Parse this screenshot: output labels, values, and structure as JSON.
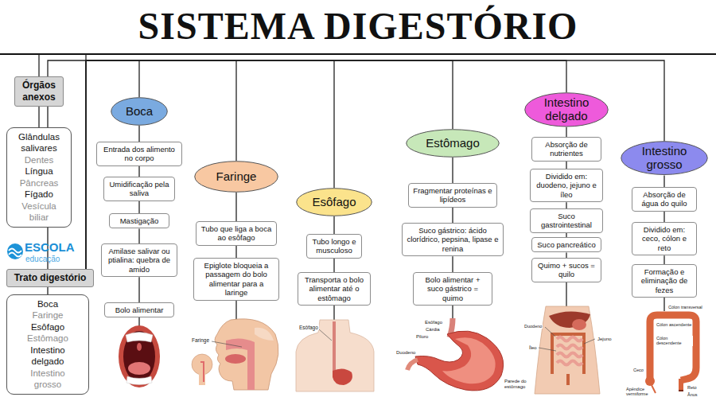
{
  "diagram": {
    "title": "SISTEMA DIGESTÓRIO",
    "nodes": [
      {
        "text": [
          "Órgãos anexos"
        ]
      },
      {
        "text": [
          "Glândulas salivares",
          "Dentes",
          "Língua",
          "Pâncreas",
          "Fígado",
          "Vesícula biliar"
        ]
      },
      {
        "text": [
          "Trato digestório"
        ]
      },
      {
        "text": [
          "Boca",
          "Faringe",
          "Esôfago",
          "Estômago",
          "Intestino delgado",
          "Intestino grosso"
        ]
      },
      {
        "text": [
          "Boca"
        ]
      },
      {
        "text": [
          "Entrada dos alimento no corpo"
        ]
      },
      {
        "text": [
          "Umidificação pela saliva"
        ]
      },
      {
        "text": [
          "Mastigação"
        ]
      },
      {
        "text": [
          "Amilase salivar ou ptialina: quebra de amido"
        ]
      },
      {
        "text": [
          "Bolo alimentar"
        ]
      },
      {
        "text": [
          "Faringe"
        ]
      },
      {
        "text": [
          "Tubo que liga a boca ao esôfago"
        ]
      },
      {
        "text": [
          "Epiglote bloqueia a passagem do bolo alimentar para a laringe"
        ]
      },
      {
        "text": [
          "Esôfago"
        ]
      },
      {
        "text": [
          "Tubo longo e musculoso"
        ]
      },
      {
        "text": [
          "Transporta o bolo alimentar até o estômago"
        ]
      },
      {
        "text": [
          "Estômago"
        ]
      },
      {
        "text": [
          "Fragmentar proteínas e lipídeos"
        ]
      },
      {
        "text": [
          "Suco gástrico: ácido clorídrico, pepsina, lipase e renina"
        ]
      },
      {
        "text": [
          "Bolo alimentar + suco gástrico = quimo"
        ]
      },
      {
        "text": [
          "Intestino delgado"
        ]
      },
      {
        "text": [
          "Absorção de nutrientes"
        ]
      },
      {
        "text": [
          "Dividido em: duodeno, jejuno e íleo"
        ]
      },
      {
        "text": [
          "Suco gastrointestinal"
        ]
      },
      {
        "text": [
          "Suco pancreático"
        ]
      },
      {
        "text": [
          "Quimo + sucos = quilo"
        ]
      },
      {
        "text": [
          "Intestino grosso"
        ]
      },
      {
        "text": [
          "Absorção de água do quilo"
        ]
      },
      {
        "text": [
          "Dividido em: ceco, cólon e reto"
        ]
      },
      {
        "text": [
          "Formação e eliminação de fezes"
        ]
      }
    ],
    "edges": [
      {
        "from": 0,
        "to": 1,
        "arrow": "none"
      },
      {
        "from": 2,
        "to": 3,
        "arrow": "none"
      },
      {
        "from": 2,
        "to": 4,
        "arrow": "none"
      },
      {
        "from": 2,
        "to": 10,
        "arrow": "none"
      },
      {
        "from": 2,
        "to": 13,
        "arrow": "none"
      },
      {
        "from": 2,
        "to": 16,
        "arrow": "none"
      },
      {
        "from": 2,
        "to": 20,
        "arrow": "none"
      },
      {
        "from": 2,
        "to": 26,
        "arrow": "none"
      },
      {
        "from": 4,
        "to": 5,
        "arrow": "none"
      },
      {
        "from": 5,
        "to": 6,
        "arrow": "none"
      },
      {
        "from": 6,
        "to": 7,
        "arrow": "none"
      },
      {
        "from": 7,
        "to": 8,
        "arrow": "none"
      },
      {
        "from": 8,
        "to": 9,
        "arrow": "none"
      },
      {
        "from": 10,
        "to": 11,
        "arrow": "none"
      },
      {
        "from": 11,
        "to": 12,
        "arrow": "none"
      },
      {
        "from": 13,
        "to": 14,
        "arrow": "none"
      },
      {
        "from": 14,
        "to": 15,
        "arrow": "none"
      },
      {
        "from": 16,
        "to": 17,
        "arrow": "none"
      },
      {
        "from": 17,
        "to": 18,
        "arrow": "none"
      },
      {
        "from": 18,
        "to": 19,
        "arrow": "none"
      },
      {
        "from": 20,
        "to": 21,
        "arrow": "none"
      },
      {
        "from": 21,
        "to": 22,
        "arrow": "none"
      },
      {
        "from": 22,
        "to": 23,
        "arrow": "none"
      },
      {
        "from": 23,
        "to": 24,
        "arrow": "none"
      },
      {
        "from": 24,
        "to": 25,
        "arrow": "none"
      },
      {
        "from": 26,
        "to": 27,
        "arrow": "none"
      },
      {
        "from": 27,
        "to": 28,
        "arrow": "none"
      },
      {
        "from": 28,
        "to": 29,
        "arrow": "none"
      }
    ],
    "labels": [
      "ESCOLA",
      "educação",
      "Faringe",
      "Esôfago",
      "Esôfago",
      "Cárdia",
      "Piloro",
      "Duodeno",
      "Parede do estômago",
      "Duodeno",
      "Íleo",
      "Jejuno",
      "Cólon transversal",
      "Cólon ascendente",
      "Cólon descendente",
      "Ceco",
      "Apêndice vermiforme",
      "Reto",
      "Ânus"
    ]
  }
}
